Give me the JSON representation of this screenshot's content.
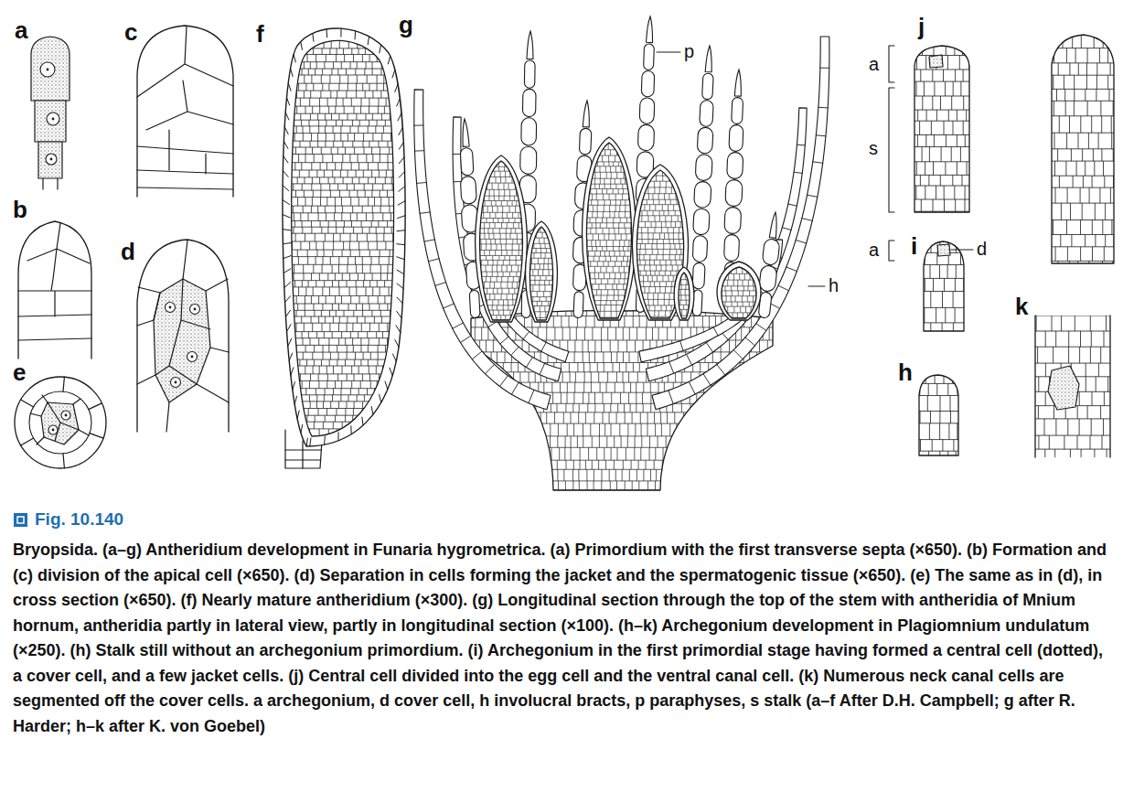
{
  "diagram": {
    "title": "Fig. 10.140",
    "caption": "Bryopsida. (a–g) Antheridium development in Funaria hygrometrica. (a) Primordium with the first transverse septa (×650). (b) Formation and (c) division of the apical cell (×650). (d) Separation in cells forming the jacket and the spermatogenic tissue (×650). (e) The same as in (d), in cross section (×650). (f) Nearly mature antheridium (×300). (g) Longitudinal section through the top of the stem with antheridia of Mnium hornum, antheridia partly in lateral view, partly in longitudinal section (×100). (h–k) Archegonium development in Plagiomnium undulatum (×250). (h) Stalk still without an archegonium primordium. (i) Archegonium in the first primordial stage having formed a central cell (dotted), a cover cell, and a few jacket cells. (j) Central cell divided into the egg cell and the ventral canal cell. (k) Numerous neck canal cells are segmented off the cover cells. a archegonium, d cover cell, h involucral bracts, p paraphyses, s stalk (a–f After D.H. Campbell; g after R. Harder; h–k after K. von Goebel)",
    "labels": [
      "a",
      "c",
      "f",
      "g",
      "p",
      "a",
      "j",
      "s",
      "b",
      "d",
      "h",
      "a",
      "i",
      "d",
      "e",
      "h",
      "k"
    ]
  }
}
